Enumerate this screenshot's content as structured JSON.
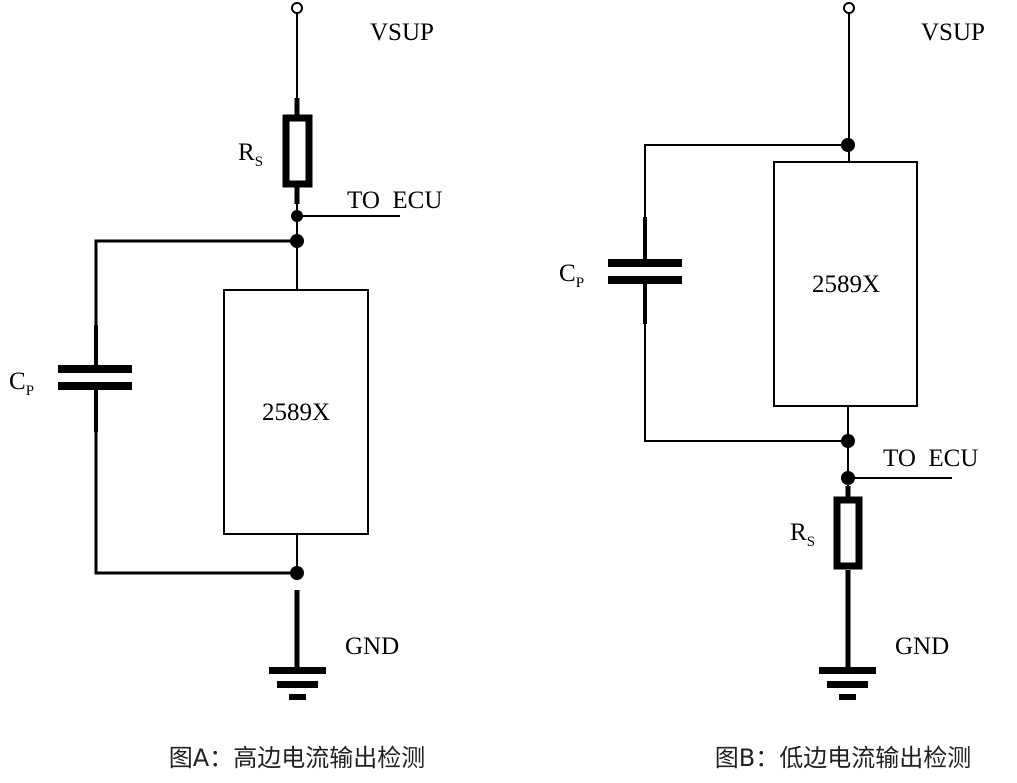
{
  "diagrams": [
    {
      "id": "A",
      "caption": "图A：高边电流输出检测",
      "supply_label": "VSUP",
      "ground_label": "GND",
      "output_label": "TO  ECU",
      "chip_label": "2589X",
      "resistor_label": {
        "main": "R",
        "sub": "S"
      },
      "capacitor_label": {
        "main": "C",
        "sub": "P"
      },
      "topology": "high-side: VSUP → RS → TO ECU node → 2589X (CP in parallel) → GND"
    },
    {
      "id": "B",
      "caption": "图B：低边电流输出检测",
      "supply_label": "VSUP",
      "ground_label": "GND",
      "output_label": "TO  ECU",
      "chip_label": "2589X",
      "resistor_label": {
        "main": "R",
        "sub": "S"
      },
      "capacitor_label": {
        "main": "C",
        "sub": "P"
      },
      "topology": "low-side: VSUP → 2589X (CP in parallel) → TO ECU node → RS → GND"
    }
  ]
}
